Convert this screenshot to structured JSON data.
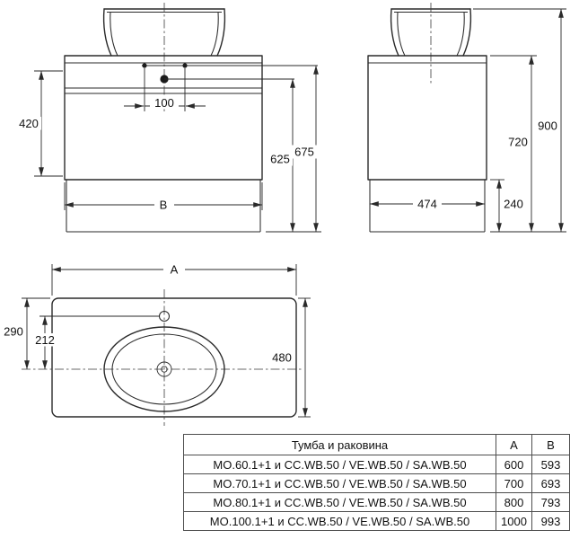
{
  "drawing": {
    "front_view": {
      "dim_420": "420",
      "dim_100": "100",
      "dim_625": "625",
      "dim_675": "675",
      "dim_B": "B"
    },
    "side_view": {
      "dim_474": "474",
      "dim_240": "240",
      "dim_720": "720",
      "dim_900": "900"
    },
    "top_view": {
      "dim_A": "A",
      "dim_290": "290",
      "dim_212": "212",
      "dim_480": "480"
    }
  },
  "table": {
    "headers": [
      "Тумба и раковина",
      "A",
      "B"
    ],
    "rows": [
      [
        "MO.60.1+1 и CC.WB.50 / VE.WB.50 / SA.WB.50",
        "600",
        "593"
      ],
      [
        "MO.70.1+1 и CC.WB.50 / VE.WB.50 / SA.WB.50",
        "700",
        "693"
      ],
      [
        "MO.80.1+1 и CC.WB.50 / VE.WB.50 / SA.WB.50",
        "800",
        "793"
      ],
      [
        "MO.100.1+1 и CC.WB.50 / VE.WB.50 / SA.WB.50",
        "1000",
        "993"
      ]
    ]
  }
}
